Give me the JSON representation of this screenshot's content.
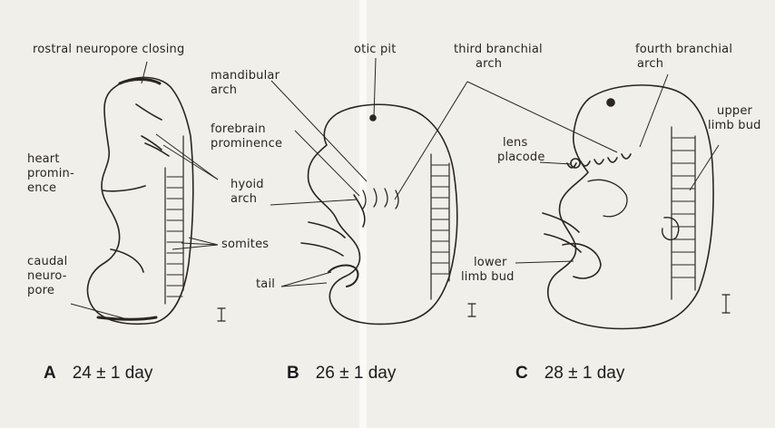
{
  "panels": [
    {
      "letter": "A",
      "age": "24 ± 1 day"
    },
    {
      "letter": "B",
      "age": "26 ± 1 day"
    },
    {
      "letter": "C",
      "age": "28 ± 1 day"
    }
  ],
  "labels": {
    "rostral_neuropore": "rostral neuropore closing",
    "heart_prominence": [
      "heart",
      "promin-",
      "ence"
    ],
    "hyoid_arch": [
      "hyoid",
      "arch"
    ],
    "somites": "somites",
    "caudal_neuropore": [
      "caudal",
      "neuro-",
      "pore"
    ],
    "mandibular_arch": [
      "mandibular",
      "arch"
    ],
    "forebrain_prominence": [
      "forebrain",
      "prominence"
    ],
    "otic_pit": "otic pit",
    "third_branchial_arch": [
      "third branchial",
      "arch"
    ],
    "tail": "tail",
    "fourth_branchial_arch": [
      "fourth branchial",
      "arch"
    ],
    "upper_limb_bud": [
      "upper",
      "limb bud"
    ],
    "lens_placode": [
      "lens",
      "placode"
    ],
    "lower_limb_bud": [
      "lower",
      "limb bud"
    ]
  },
  "colors": {
    "paper": "#f1efe9",
    "ink": "#2a2522"
  }
}
